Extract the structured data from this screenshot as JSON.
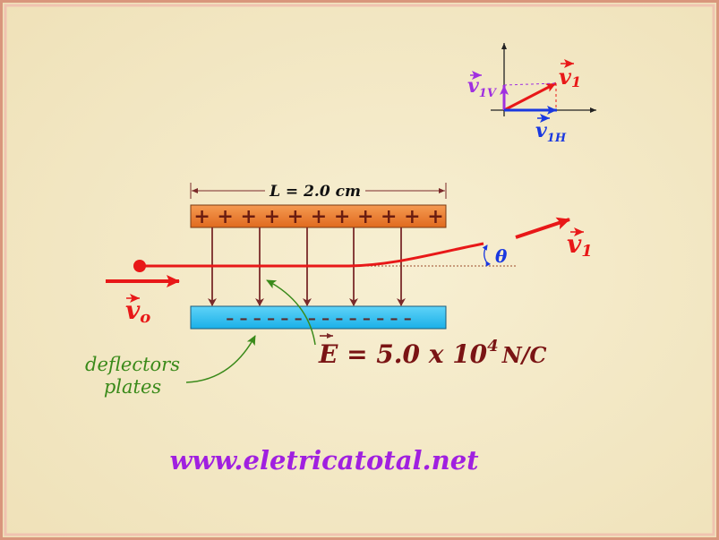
{
  "plates": {
    "length_label": "L = 2.0 cm",
    "top_charges": "+ + + + + + + + + + +",
    "bottom_charges": "– – – – – – – – – – – – – –",
    "field_label_base": "E = 5.0 x 10",
    "field_label_exp": "4",
    "field_label_unit": "N/C",
    "caption_line1": "deflectors",
    "caption_line2": "plates"
  },
  "vectors": {
    "v0_label": "v",
    "v0_sub": "o",
    "v1_label": "v",
    "v1_sub": "1",
    "angle_label": "θ"
  },
  "inset": {
    "v1_label": "v",
    "v1_sub": "1",
    "v1v_label": "v",
    "v1v_sub": "1V",
    "v1h_label": "v",
    "v1h_sub": "1H"
  },
  "footer": {
    "url": "www.eletricatotal.net"
  },
  "colors": {
    "background": "#f6ecca",
    "frame": "#e8a58a",
    "positive_plate": "#ec7a2e",
    "negative_plate": "#2ec0f0",
    "field_arrow": "#7a2a2a",
    "particle": "#e81818",
    "url": "#a020e0",
    "caption": "#3a8a1a",
    "vertical_component": "#a030e0",
    "horizontal_component": "#1a38e0"
  }
}
